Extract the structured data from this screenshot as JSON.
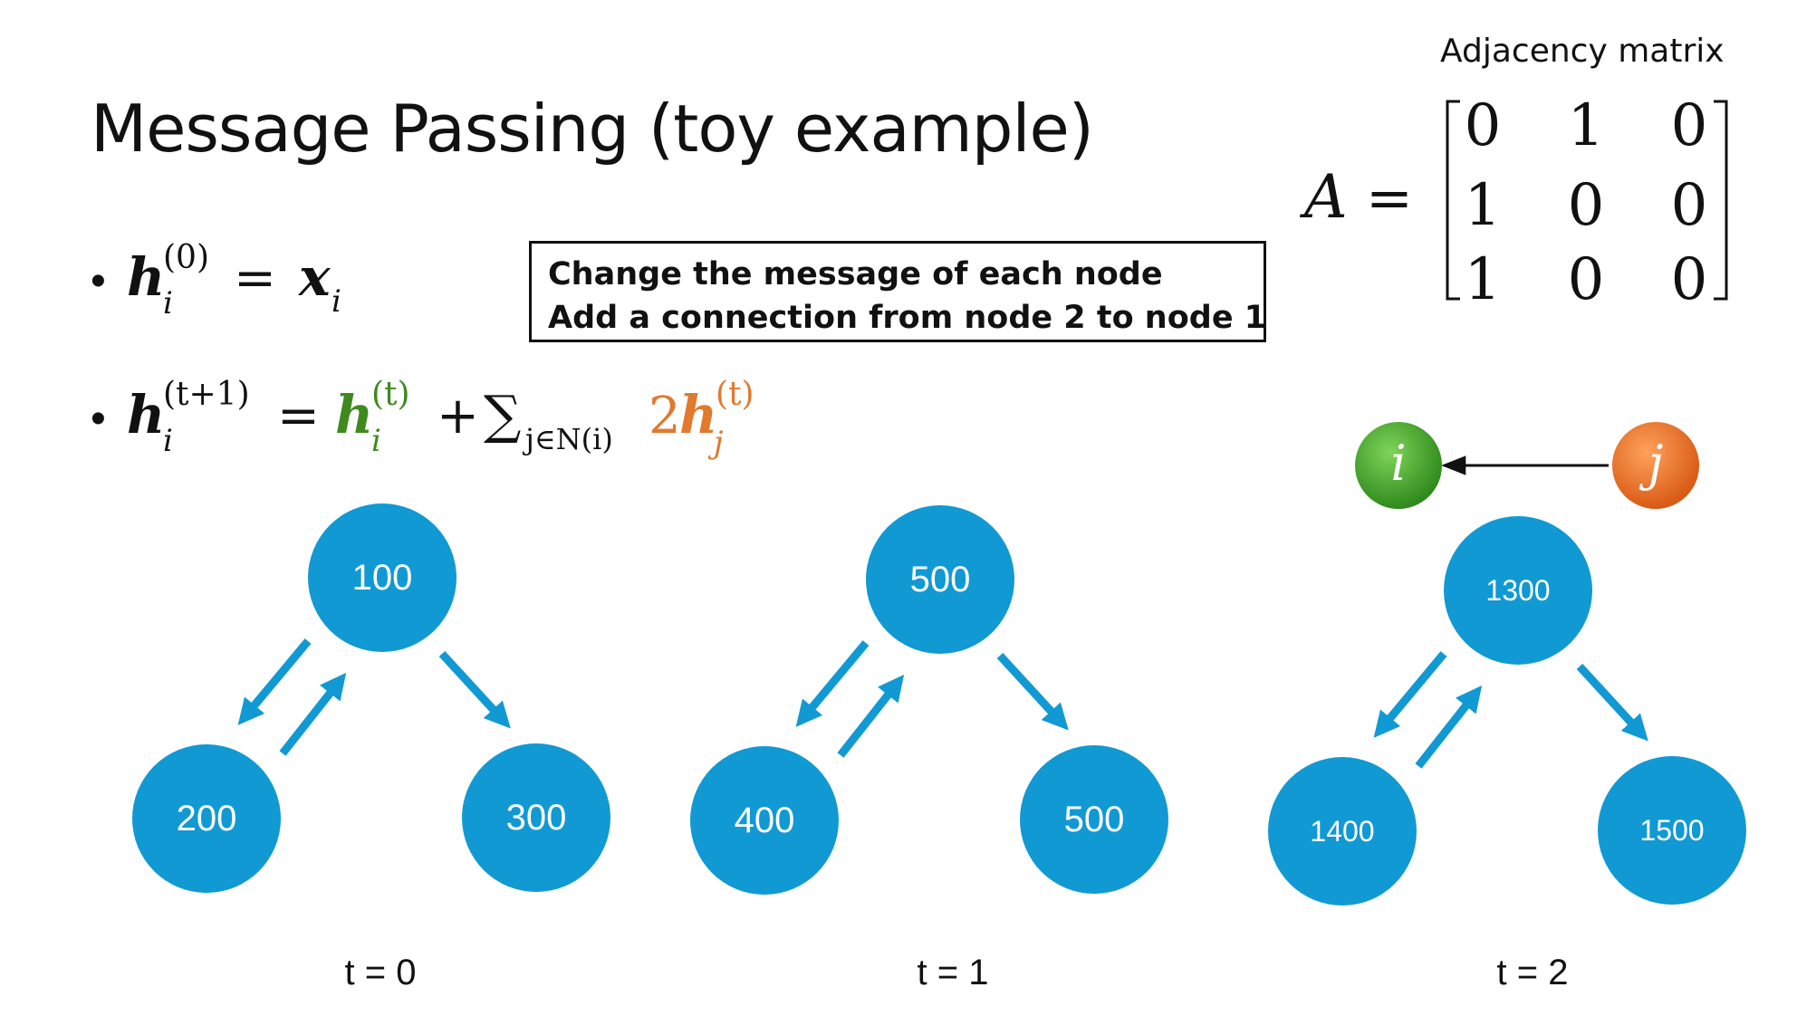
{
  "title": "Message Passing (toy example)",
  "adjacency": {
    "label": "Adjacency matrix",
    "symbol": "A",
    "equals": "=",
    "rows": [
      [
        "0",
        "1",
        "0"
      ],
      [
        "1",
        "0",
        "0"
      ],
      [
        "1",
        "0",
        "0"
      ]
    ]
  },
  "formulas": {
    "bullet": "•",
    "init": {
      "h": "h",
      "sub": "i",
      "sup": "(0)",
      "eq": "=",
      "x": "x",
      "xsub": "i"
    },
    "update": {
      "h": "h",
      "sub": "i",
      "sup": "(t+1)",
      "eq": "=",
      "self_h": "h",
      "self_sub": "i",
      "self_sup": "(t)",
      "plus": "+",
      "sum": "∑",
      "sum_sub": "j∈N(i)",
      "coef": "2",
      "nb_h": "h",
      "nb_sub": "j",
      "nb_sup": "(t)"
    }
  },
  "callout": {
    "line1": "Change the message of each node",
    "line2": "Add a connection from node 2 to node 1"
  },
  "legend_nodes": {
    "i": "i",
    "j": "j"
  },
  "graphs": [
    {
      "step": "t = 0",
      "top": "100",
      "left": "200",
      "right": "300"
    },
    {
      "step": "t = 1",
      "top": "500",
      "left": "400",
      "right": "500"
    },
    {
      "step": "t = 2",
      "top": "1300",
      "left": "1400",
      "right": "1500"
    }
  ],
  "colors": {
    "node": "#1199d3",
    "arrow": "#1199d3",
    "self_term": "#3e8a1e",
    "neighbor_term": "#e07a2e",
    "node_i": "#3fa02a",
    "node_j": "#ef6f22"
  }
}
